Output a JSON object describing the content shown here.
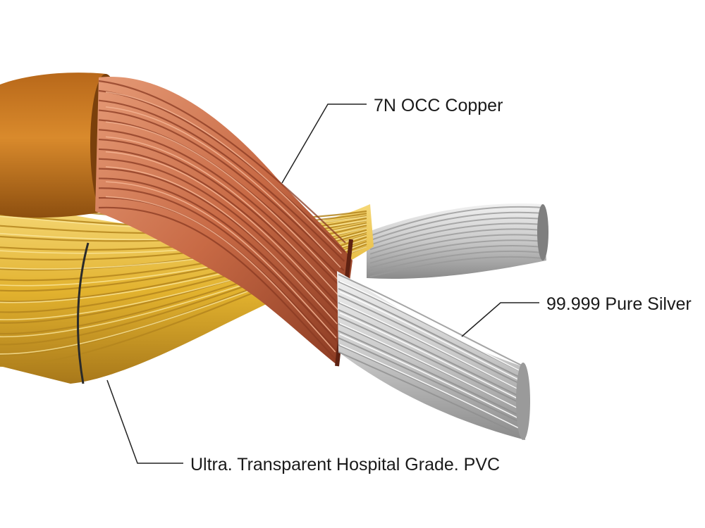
{
  "labels": {
    "copper": "7N OCC Copper",
    "silver": "99.999 Pure Silver",
    "pvc": "Ultra. Transparent Hospital Grade. PVC"
  },
  "colors": {
    "copper": "#c86a45",
    "copper_dark": "#8a3a22",
    "copper_light": "#e59a76",
    "jacket": "#c8761f",
    "jacket_dark": "#8d4f0f",
    "gold": "#e2b22e",
    "gold_dark": "#a8781a",
    "gold_light": "#f6d97a",
    "silver": "#c9c9c9",
    "silver_dark": "#8a8a8a",
    "silver_light": "#f2f2f2",
    "leader_line": "#222222"
  }
}
